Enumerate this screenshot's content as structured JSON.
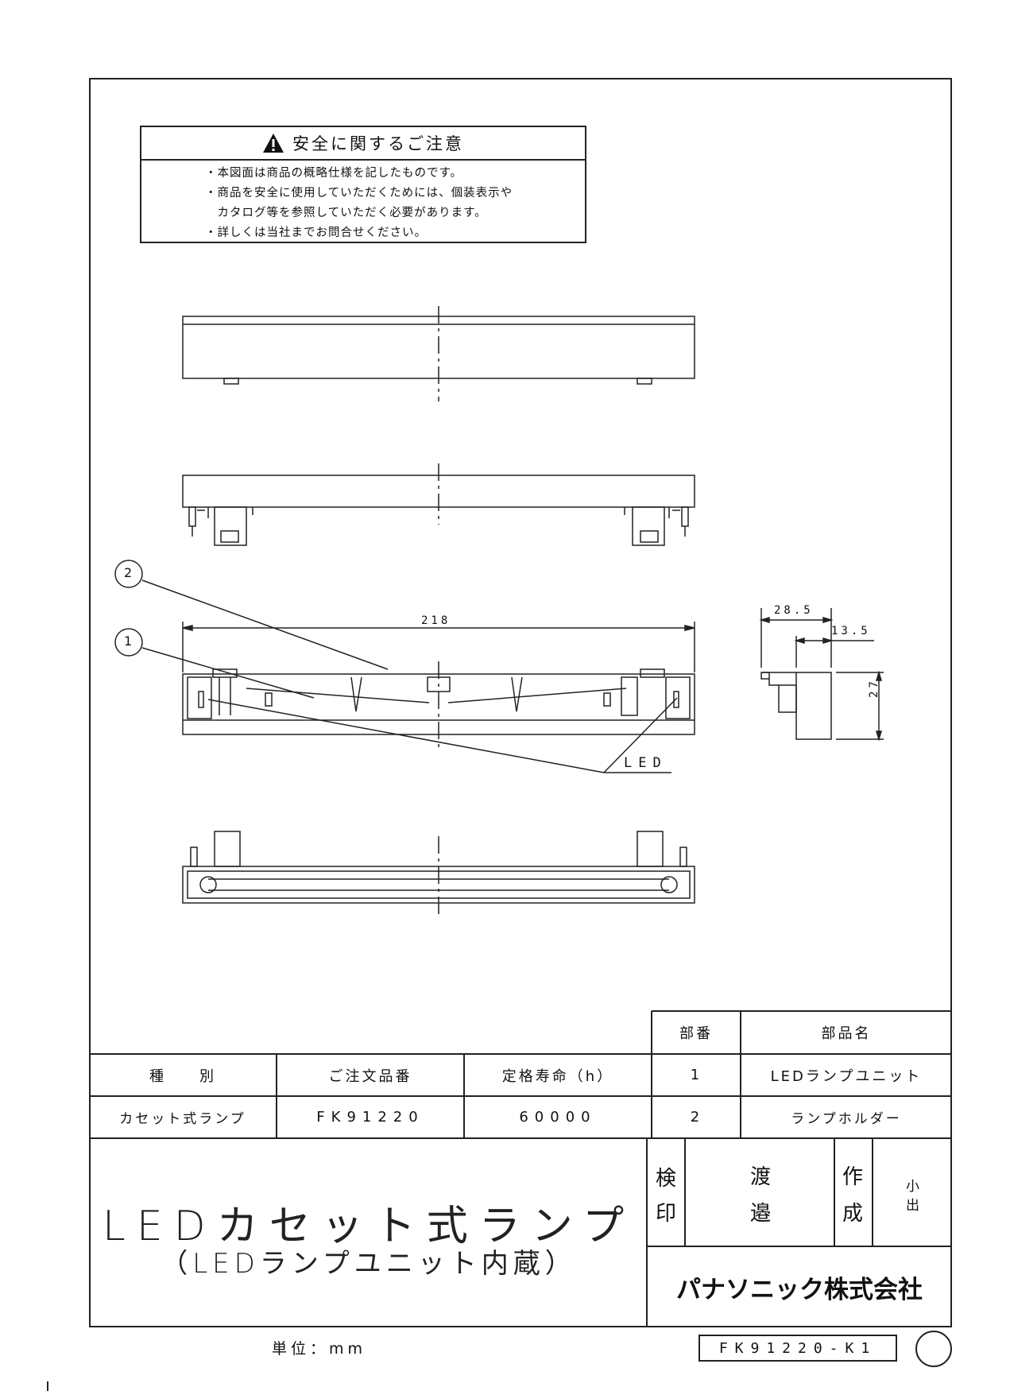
{
  "safety": {
    "title": "安全に関するご注意",
    "lines": [
      "・本図面は商品の概略仕様を記したものです。",
      "・商品を安全に使用していただくためには、個装表示や",
      "　カタログ等を参照していただく必要があります。",
      "・詳しくは当社までお問合せください。"
    ]
  },
  "drawing": {
    "dim_length": "218",
    "dim_depth_total": "28.5",
    "dim_depth_inner": "13.5",
    "dim_height": "27",
    "callout_1": "1",
    "callout_2": "2",
    "led_label": "LED"
  },
  "parts_table": {
    "header_no": "部番",
    "header_name": "部品名",
    "rows": [
      {
        "no": "1",
        "name": "LEDランプユニット"
      },
      {
        "no": "2",
        "name": "ランプホルダー"
      }
    ]
  },
  "spec_table": {
    "headers": [
      "種　　別",
      "ご注文品番",
      "定格寿命（h）"
    ],
    "values": [
      "カセット式ランプ",
      "FK91220",
      "60000"
    ]
  },
  "title_block": {
    "title": "LEDカセット式ランプ",
    "subtitle": "（LEDランプユニット内蔵）",
    "inspect_label_1": "検",
    "inspect_label_2": "印",
    "inspector_1": "渡",
    "inspector_2": "邉",
    "maker_label_1": "作",
    "maker_label_2": "成",
    "maker_1": "小",
    "maker_2": "出",
    "company": "パナソニック株式会社"
  },
  "footer": {
    "unit": "単位：mm",
    "drawing_no": "FK91220-K1"
  }
}
